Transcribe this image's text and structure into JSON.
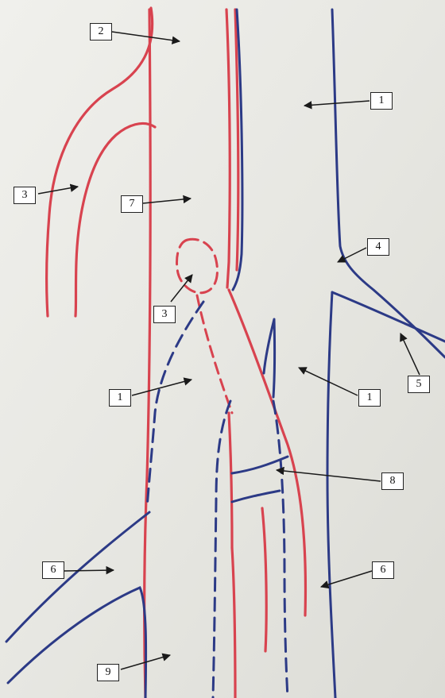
{
  "colors": {
    "paper": "#e9e9e4",
    "artery": "#d8434f",
    "vein": "#2c3a86",
    "label_box": "#ffffff",
    "arrow": "#1a1a1a"
  },
  "callouts": [
    "2",
    "1",
    "3",
    "7",
    "4",
    "3",
    "5",
    "1",
    "1",
    "8",
    "6",
    "6",
    "9"
  ]
}
